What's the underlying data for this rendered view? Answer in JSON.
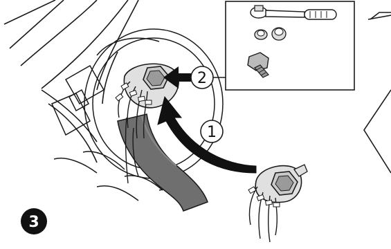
{
  "step": {
    "number": "3"
  },
  "callouts": [
    {
      "label": "1",
      "meaning": "attach-connector-assembly"
    },
    {
      "label": "2",
      "meaning": "tighten-bolt"
    }
  ],
  "icons": {
    "tools": [
      "ratchet-wrench",
      "socket",
      "socket",
      "flange-bolt"
    ]
  },
  "colors": {
    "line": "#1a1a1a",
    "hose": "#6f6f6f",
    "arrow": "#111111",
    "step_badge": "#111111"
  }
}
